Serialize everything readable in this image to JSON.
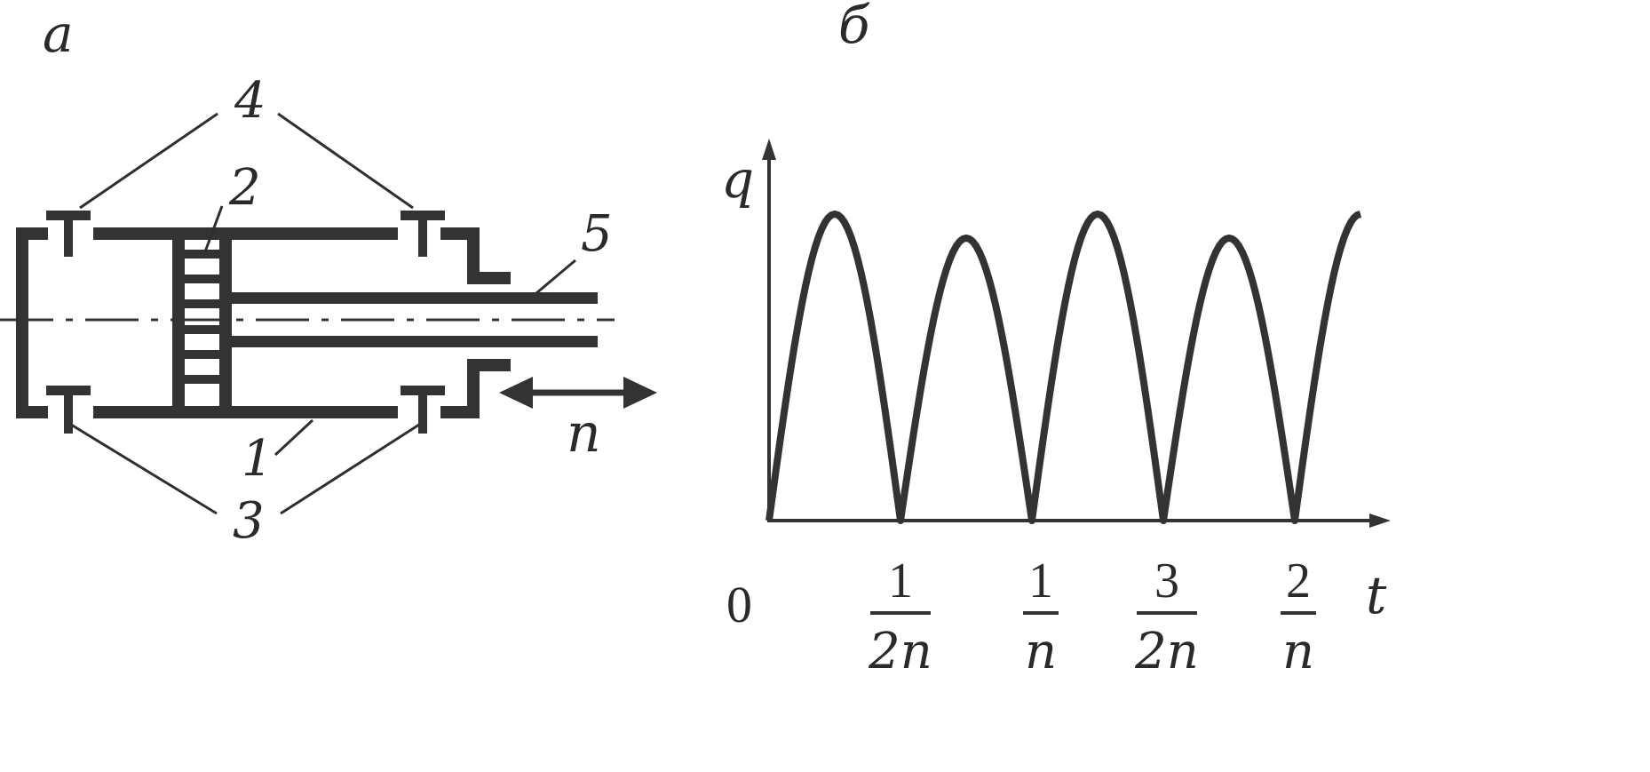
{
  "panel_a": {
    "label": "а",
    "callouts": {
      "c1": "1",
      "c2": "2",
      "c3": "3",
      "c4": "4",
      "c5": "5"
    },
    "motion": "n"
  },
  "panel_b": {
    "label": "б",
    "y_axis": "q",
    "x_axis": "t",
    "origin": "0",
    "ticks": [
      {
        "num": "1",
        "den": "2n"
      },
      {
        "num": "1",
        "den": "n"
      },
      {
        "num": "3",
        "den": "2n"
      },
      {
        "num": "2",
        "den": "n"
      }
    ]
  },
  "colors": {
    "ink": "#333333"
  }
}
